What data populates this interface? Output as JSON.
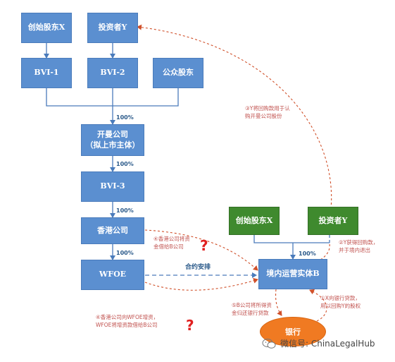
{
  "boxes": {
    "founder_x_top": "创始股东X",
    "investor_y_top": "投资者Y",
    "bvi1": "BVI-1",
    "bvi2": "BVI-2",
    "public_shareholders": "公众股东",
    "cayman": "开曼公司\n（拟上市主体）",
    "bvi3": "BVI-3",
    "hk": "香港公司",
    "wfoe": "WFOE",
    "founder_x_bottom": "创始股东X",
    "investor_y_bottom": "投资者Y",
    "domestic": "境内运营实体B",
    "bank": "银行"
  },
  "percents": {
    "p1": "100%",
    "p2": "100%",
    "p3": "100%",
    "p4": "100%",
    "p5": "100%"
  },
  "labels": {
    "vie_contract": "合约安排"
  },
  "notes": {
    "n3": "③Y将回购款用于认\n购开曼公司股份",
    "n4a": "④香港公司将资\n金借给B公司",
    "n2": "②Y获得回购款，\n并于境内退出",
    "n4b": "④香港公司向WFOE增资，\nWFOE将增资款借给B公司",
    "n5": "⑤B公司将所得资\n金归还银行贷款",
    "n1": "①X向银行贷款，\n用以回购Y的股权"
  },
  "qmarks": {
    "q1": "?",
    "q2": "?"
  },
  "watermark": {
    "text": "微信号: ChinaLegalHub"
  },
  "colors": {
    "box_blue": "#5b8fd0",
    "box_green": "#3f8a2e",
    "line_blue": "#4a7bbb",
    "note_red": "#c0504d",
    "bank_orange": "#f07a22"
  }
}
